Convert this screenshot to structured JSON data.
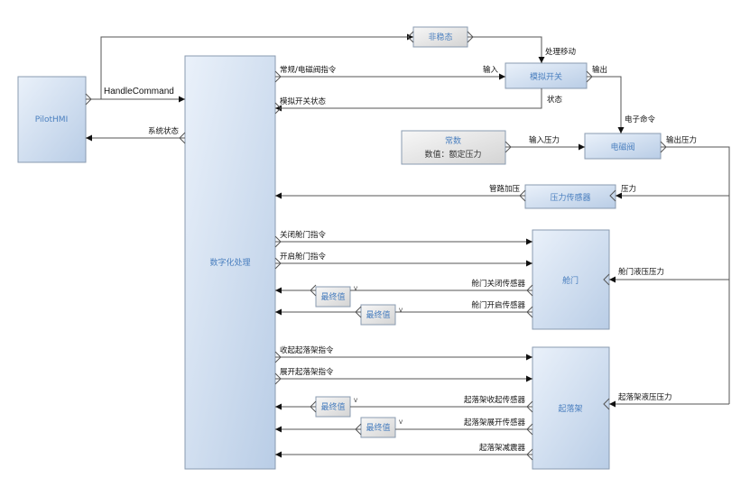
{
  "blocks": {
    "pilot_hmi": "PilotHMI",
    "digital_processing": "数字化处理",
    "non_steady": "非稳态",
    "analog_switch": "模拟开关",
    "solenoid_valve": "电磁阀",
    "constant_title": "常数",
    "constant_value": "数值：额定压力",
    "pressure_sensor": "压力传感器",
    "hatch_door": "舱门",
    "landing_gear": "起落架",
    "final_value": "最终值"
  },
  "signals": {
    "handle_command": "HandleCommand",
    "system_status": "系统状态",
    "process_move": "处理移动",
    "normal_cmd": "常规/电磁阀指令",
    "input": "输入",
    "output": "输出",
    "analog_switch_status": "模拟开关状态",
    "status": "状态",
    "electronic_cmd": "电子命令",
    "input_pressure": "输入压力",
    "output_pressure": "输出压力",
    "pipe_pressurize": "管路加压",
    "pressure": "压力",
    "close_door_cmd": "关闭舱门指令",
    "open_door_cmd": "开启舱门指令",
    "door_close_sensor": "舱门关闭传感器",
    "door_open_sensor": "舱门开启传感器",
    "door_hydraulic": "舱门液压压力",
    "retract_gear_cmd": "收起起落架指令",
    "extend_gear_cmd": "展开起落架指令",
    "gear_retract_sensor": "起落架收起传感器",
    "gear_extend_sensor": "起落架展开传感器",
    "gear_damper": "起落架减震器",
    "gear_hydraulic": "起落架液压压力",
    "v_port": "V"
  }
}
